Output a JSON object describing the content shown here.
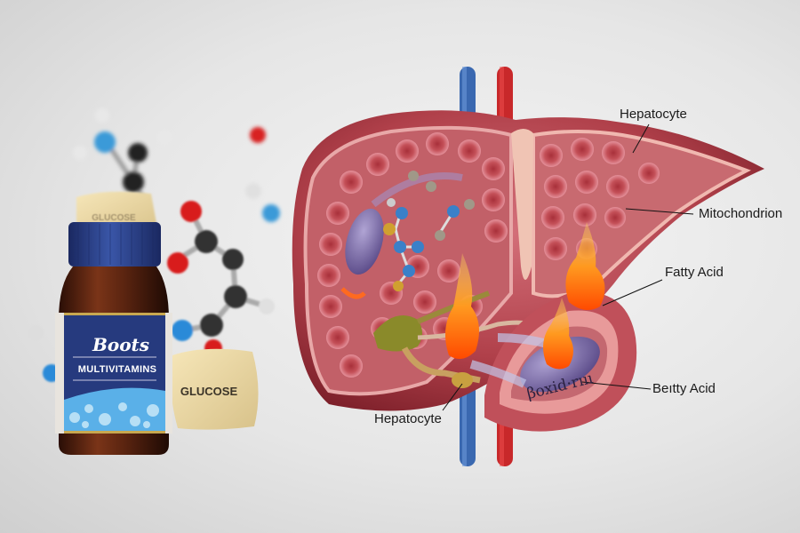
{
  "illustration": {
    "subject": "Liver metabolism illustration with multivitamin bottle and glucose",
    "labels": {
      "hepatocyte_top": "Hepatocyte",
      "mitochondrion": "Mitochondrion",
      "fatty_acid": "Fatty Acid",
      "beity_acid": "Beıtty Acid",
      "hepatocyte_bottom": "Hepatocyte",
      "beta_oxidation": "βoxid·rııı"
    },
    "bottle": {
      "brand": "Boots",
      "product": "MULTIVITAMINS"
    },
    "cubes": {
      "glucose_front": "GLUCOSE",
      "glucose_back": "GLUCOSE"
    },
    "colors": {
      "background": "#e6e6e6",
      "liver": "#a8323a",
      "liver_light": "#c85a5e",
      "vein_blue": "#3a68b0",
      "artery_red": "#c8282a",
      "bottle_glass": "#5a2410",
      "bottle_cap": "#2a3f8a",
      "label_blue": "#2a3a7a",
      "flame": "#ff7a1a",
      "gallbladder": "#8a8a2a",
      "mitochondrion_purple": "#7a6aa8"
    }
  }
}
